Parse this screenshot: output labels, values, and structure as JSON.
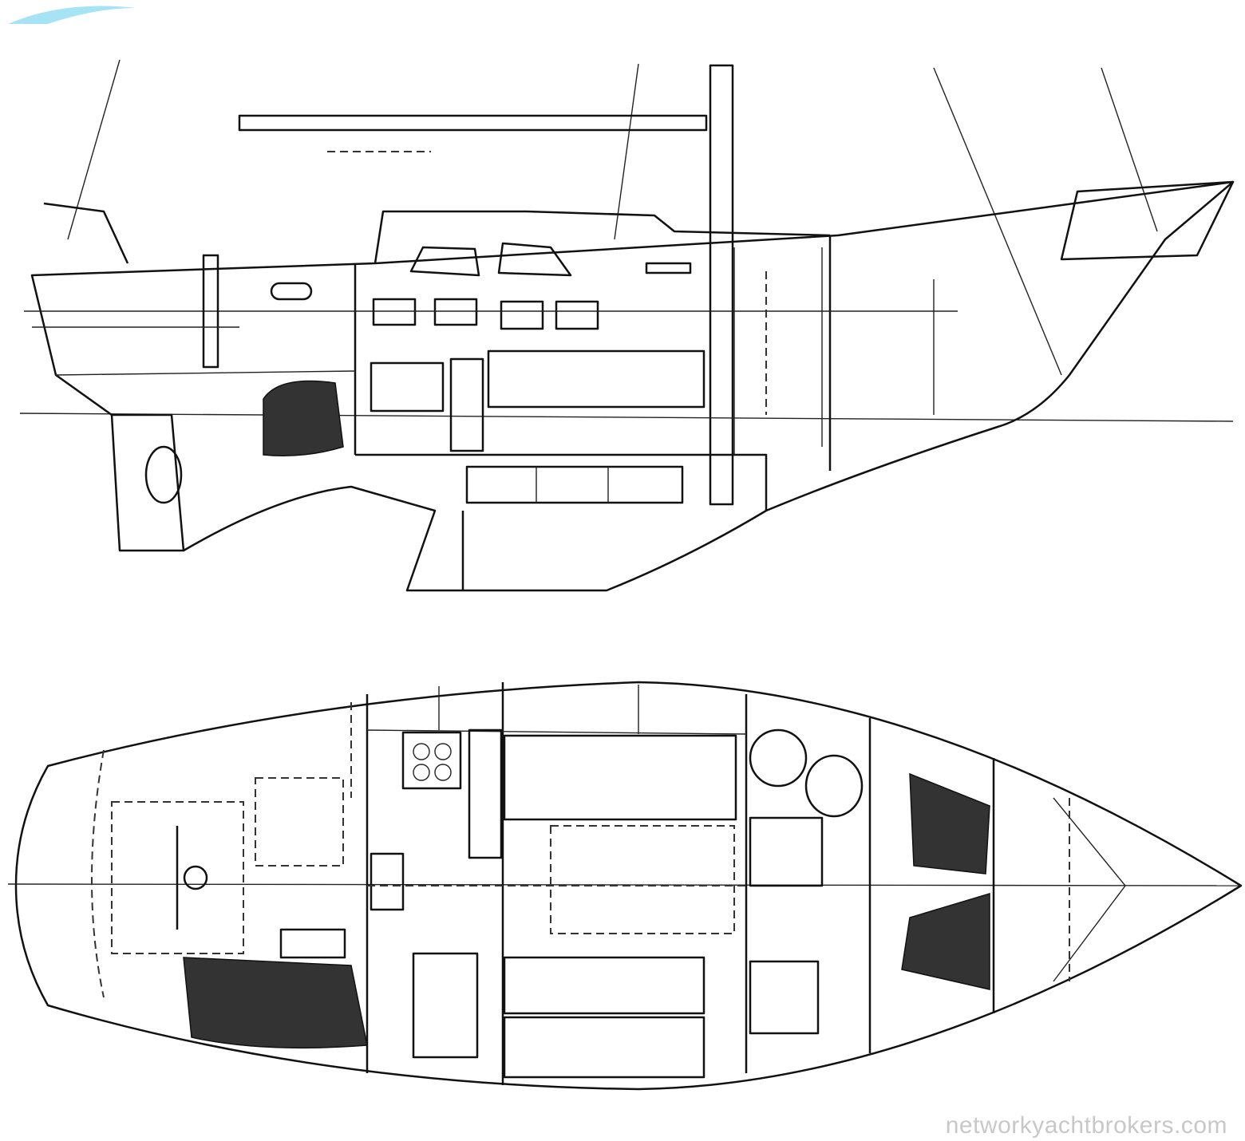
{
  "watermark": {
    "text": "networkyachtbrokers.com",
    "accent_color": "#6fd3ef"
  },
  "views": [
    "profile",
    "accommodation-plan"
  ]
}
